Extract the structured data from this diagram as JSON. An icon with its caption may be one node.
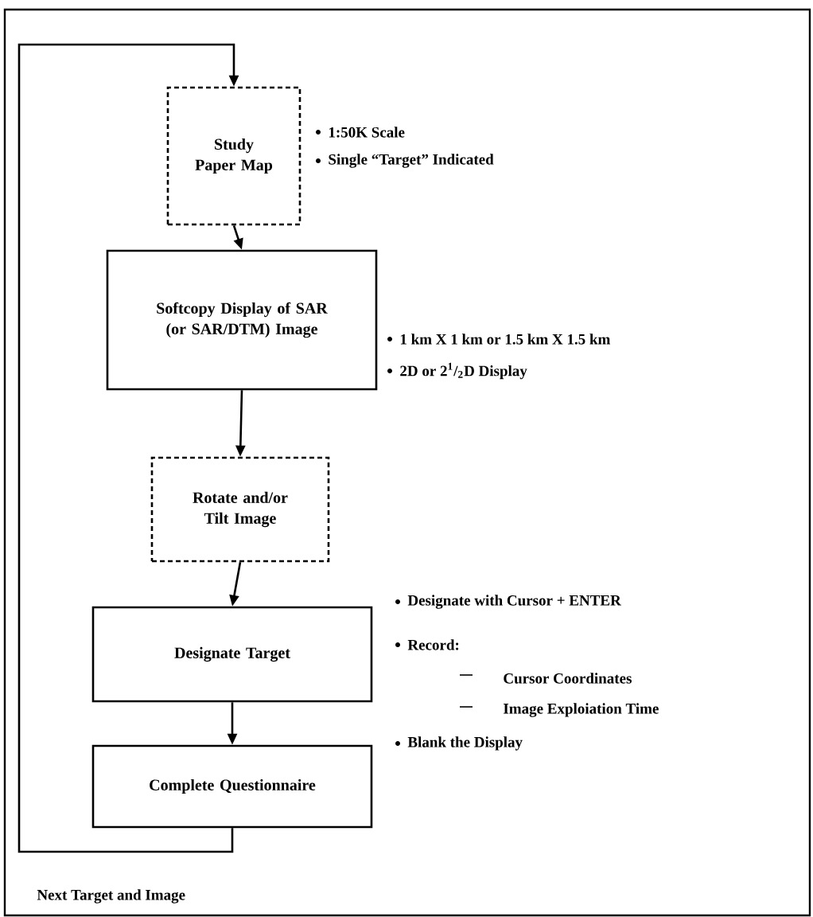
{
  "diagram": {
    "nodes": [
      {
        "text": [
          "Study Paper Map"
        ],
        "beside": [
          "1:50K Scale",
          "Single “Target” Indicated"
        ]
      },
      {
        "text": [
          "Softcopy Display of SAR (or SAR/DTM) Image"
        ],
        "beside": [
          "1 km X 1 km or 1.5 km X 1.5 km",
          "2D or 2$^{1}$/$_{2}$D Display"
        ]
      },
      {
        "text": [
          "Rotate and/or Tilt Image"
        ]
      },
      {
        "text": [
          "Designate Target"
        ],
        "beside": [
          "Designate with Cursor + ENTER",
          "Record:",
          "Cursor Coordinates",
          "Image Exploiation Time",
          "Blank the Display"
        ]
      },
      {
        "text": [
          "Complete Questionnaire"
        ]
      }
    ],
    "edges": [
      {
        "from": 0,
        "to": 1,
        "arrow": "to"
      },
      {
        "from": 1,
        "to": 2,
        "arrow": "to"
      },
      {
        "from": 2,
        "to": 3,
        "arrow": "to"
      },
      {
        "from": 3,
        "to": 4,
        "arrow": "to"
      },
      {
        "from": 4,
        "to": 0,
        "arrow": "to",
        "label": "Next Target and Image"
      }
    ]
  }
}
